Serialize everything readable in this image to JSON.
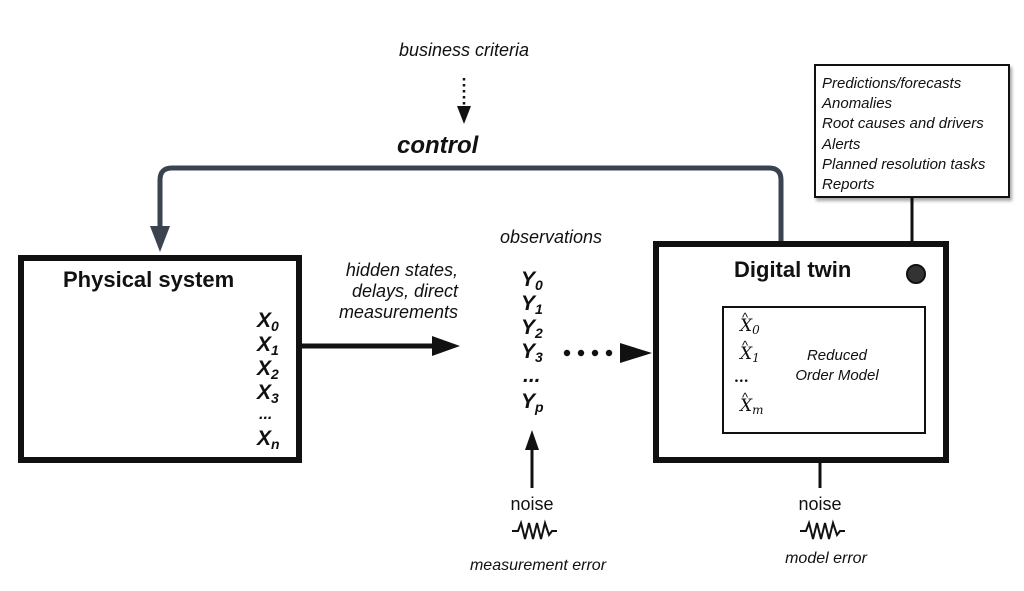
{
  "top": {
    "business_criteria": "business criteria",
    "control": "control"
  },
  "physical_system": {
    "title": "Physical system",
    "states": [
      "X",
      "X",
      "X",
      "X"
    ],
    "state_subs": [
      "0",
      "1",
      "2",
      "3"
    ],
    "ellipsis": "...",
    "last_state": "X",
    "last_sub": "n"
  },
  "link_label": [
    "hidden states,",
    "delays, direct",
    "measurements"
  ],
  "observations": {
    "title": "observations",
    "values": [
      "Y",
      "Y",
      "Y",
      "Y"
    ],
    "subs": [
      "0",
      "1",
      "2",
      "3"
    ],
    "ellipsis": "...",
    "last": "Y",
    "last_sub": "p"
  },
  "digital_twin": {
    "title": "Digital twin",
    "rom_label": [
      "Reduced",
      "Order Model"
    ],
    "states": [
      "X",
      "X"
    ],
    "state_subs": [
      "0",
      "1"
    ],
    "ellipsis": "...",
    "last_state": "X",
    "last_sub": "m"
  },
  "outputs": [
    "Predictions/forecasts",
    "Anomalies",
    "Root causes and drivers",
    "Alerts",
    "Planned resolution tasks",
    "Reports"
  ],
  "noise_left": {
    "label": "noise",
    "caption": "measurement error"
  },
  "noise_right": {
    "label": "noise",
    "caption": "model error"
  },
  "colors": {
    "control_loop": "#3b4250",
    "ink": "#111111"
  }
}
